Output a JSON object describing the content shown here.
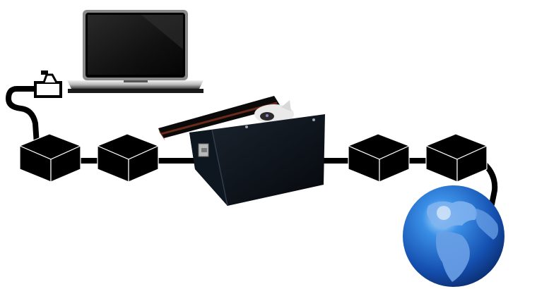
{
  "diagram": {
    "nodes": [
      {
        "id": "laptop",
        "icon": "laptop-icon"
      },
      {
        "id": "plug",
        "icon": "ethernet-plug-icon"
      },
      {
        "id": "cube-1",
        "icon": "black-cube-icon"
      },
      {
        "id": "cube-2",
        "icon": "black-cube-icon"
      },
      {
        "id": "box",
        "icon": "open-box-with-cat-icon"
      },
      {
        "id": "cube-3",
        "icon": "black-cube-icon"
      },
      {
        "id": "cube-4",
        "icon": "black-cube-icon"
      },
      {
        "id": "globe",
        "icon": "earth-globe-icon"
      }
    ],
    "colors": {
      "cube": "#000000",
      "cable": "#000000",
      "box_body": "#0b0f14",
      "box_lid_trim": "#6b2a1a",
      "globe_ocean": "#1e63c8",
      "globe_land": "#7fb2ee",
      "laptop_frame": "#8a8a8a",
      "laptop_screen": "#1a1a1a"
    }
  }
}
